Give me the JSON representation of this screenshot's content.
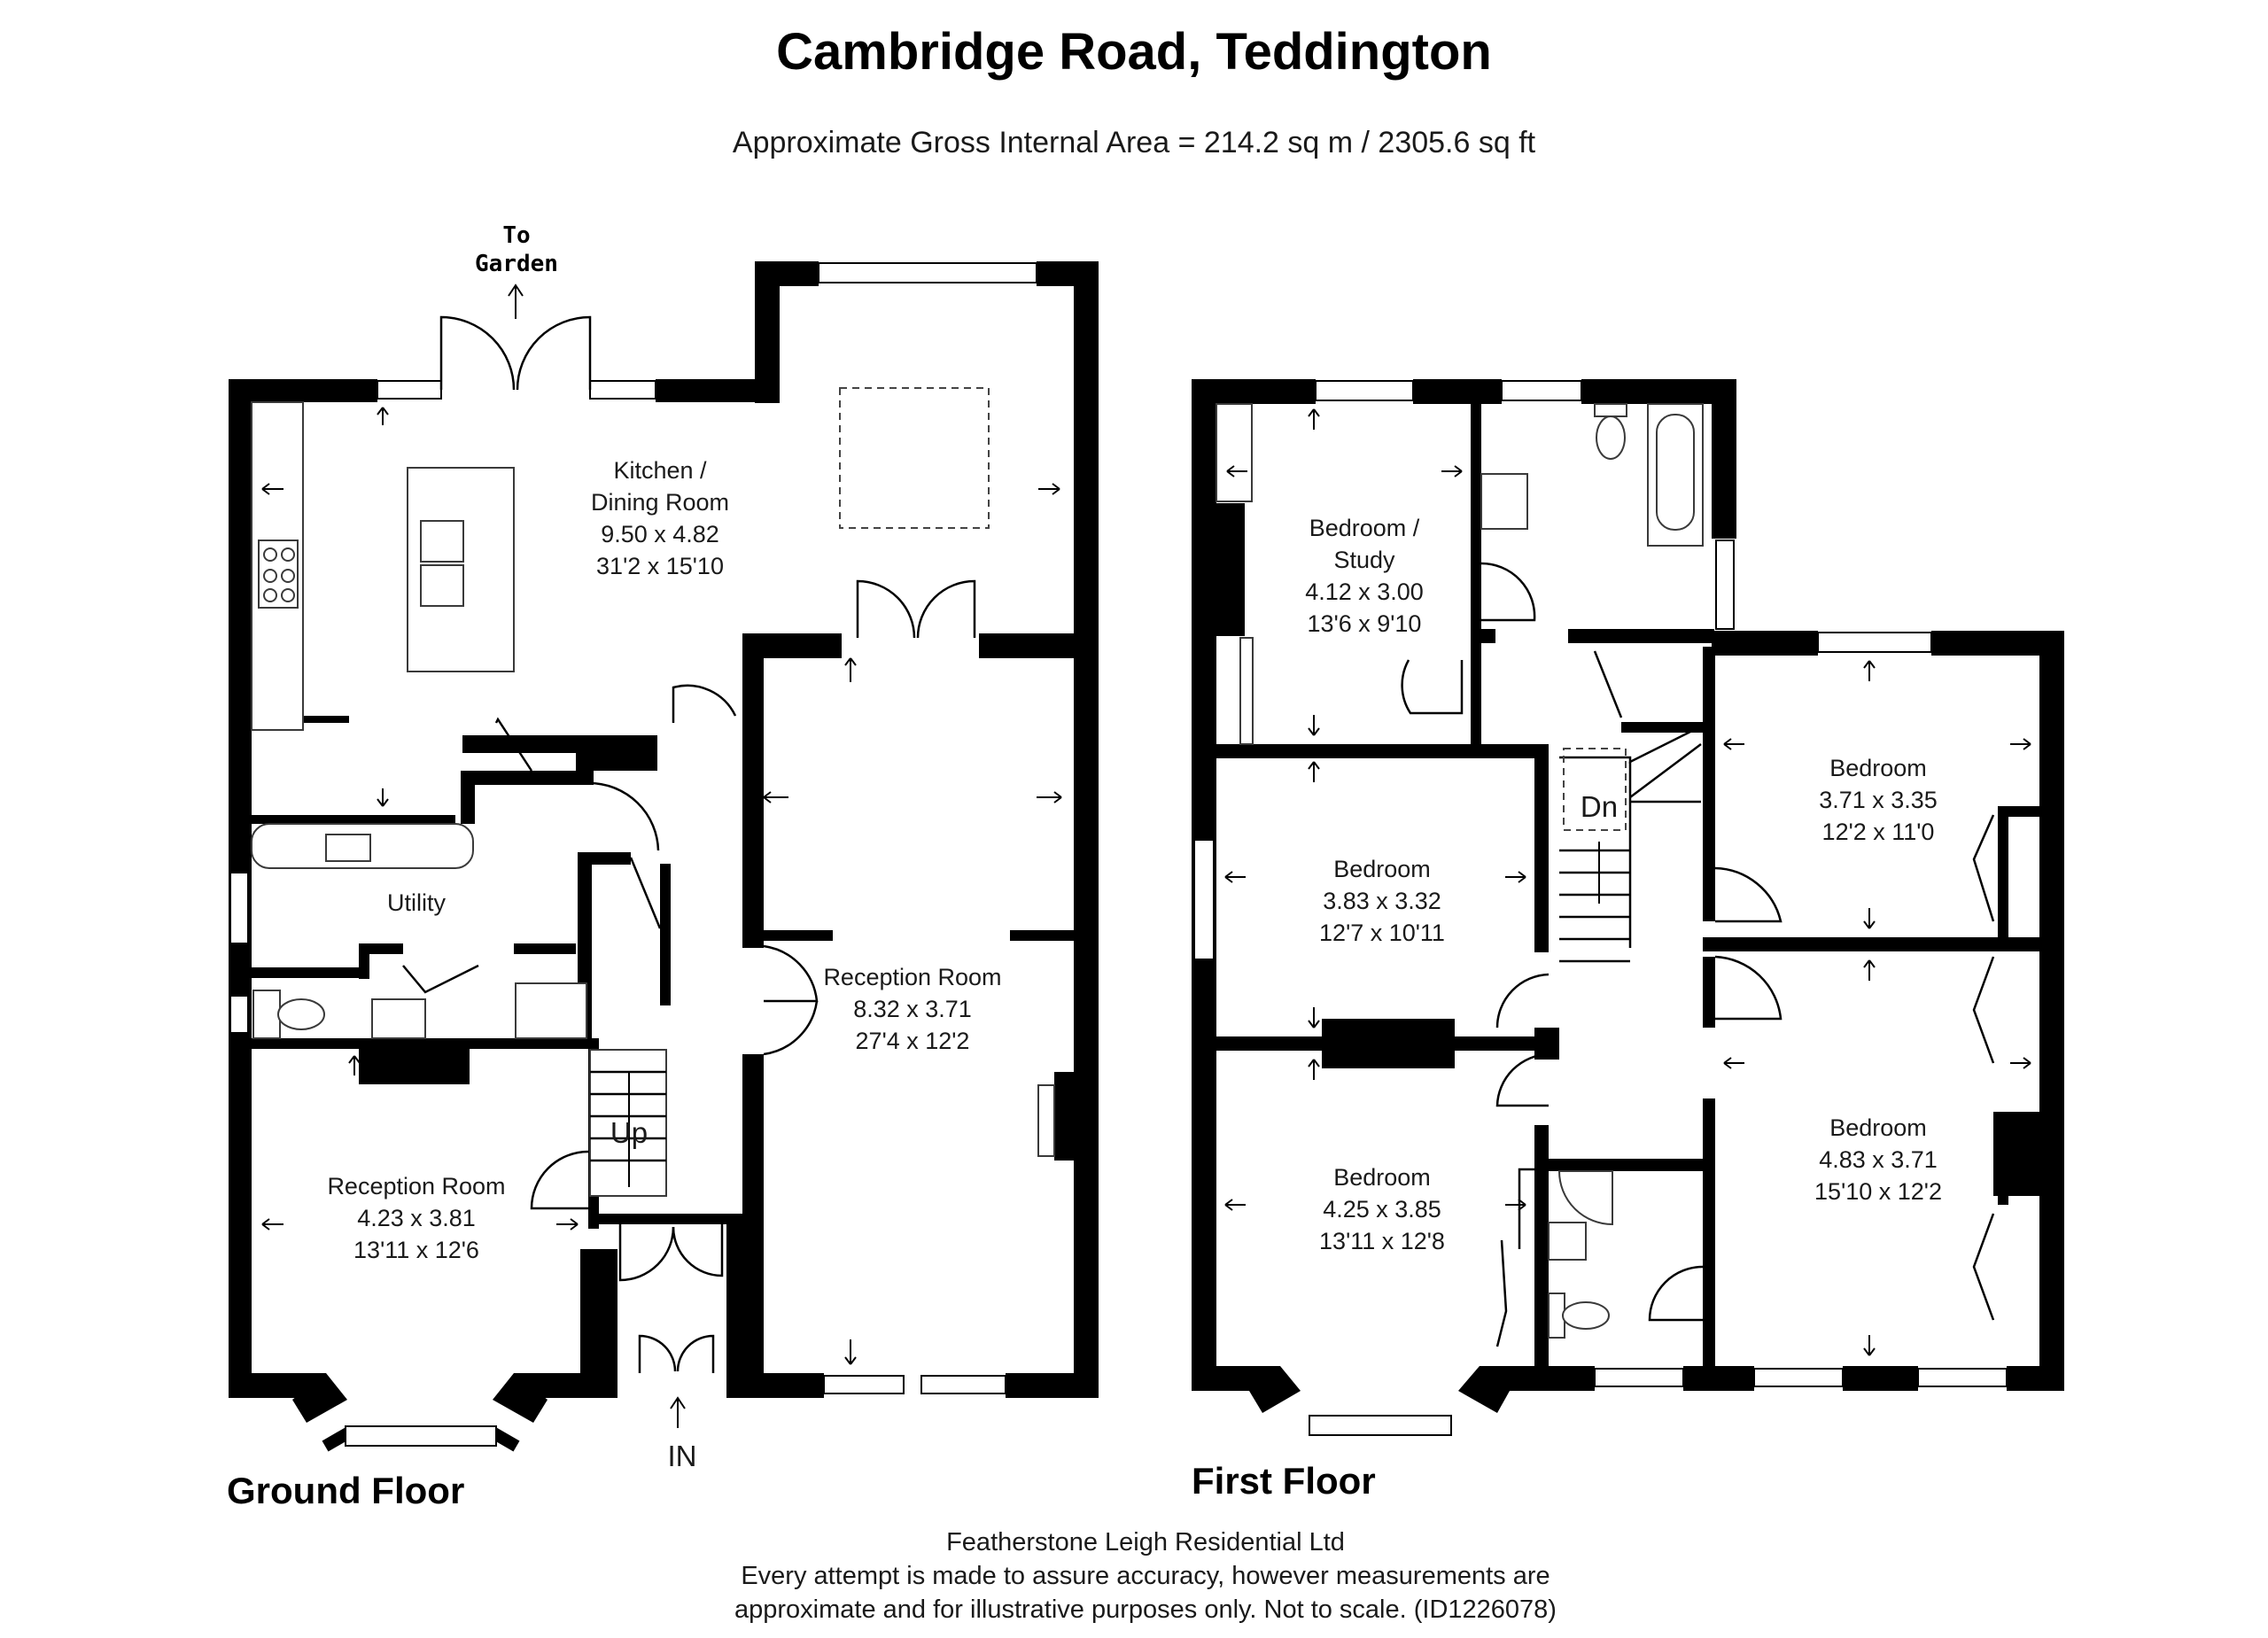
{
  "header": {
    "title": "Cambridge Road, Teddington",
    "area": "Approximate Gross Internal Area = 214.2 sq m / 2305.6 sq ft"
  },
  "labels": {
    "to_garden_1": "To",
    "to_garden_2": "Garden",
    "up": "Up",
    "down": "Dn",
    "entrance": "IN"
  },
  "ground_floor": {
    "name": "Ground Floor",
    "kitchen": {
      "l1": "Kitchen /",
      "l2": "Dining Room",
      "m": "9.50 x 4.82",
      "i": "31'2 x 15'10"
    },
    "utility": {
      "l1": "Utility"
    },
    "reception_front": {
      "l1": "Reception Room",
      "m": "4.23 x 3.81",
      "i": "13'11 x 12'6"
    },
    "reception_main": {
      "l1": "Reception Room",
      "m": "8.32 x 3.71",
      "i": "27'4 x 12'2"
    }
  },
  "first_floor": {
    "name": "First Floor",
    "study": {
      "l1": "Bedroom /",
      "l2": "Study",
      "m": "4.12 x 3.00",
      "i": "13'6 x 9'10"
    },
    "bedroom_mid": {
      "l1": "Bedroom",
      "m": "3.83 x 3.32",
      "i": "12'7 x 10'11"
    },
    "bedroom_front": {
      "l1": "Bedroom",
      "m": "4.25 x 3.85",
      "i": "13'11 x 12'8"
    },
    "bedroom_right_top": {
      "l1": "Bedroom",
      "m": "3.71 x 3.35",
      "i": "12'2 x 11'0"
    },
    "bedroom_right_bottom": {
      "l1": "Bedroom",
      "m": "4.83 x 3.71",
      "i": "15'10 x 12'2"
    }
  },
  "footer": {
    "line1": "Featherstone Leigh Residential Ltd",
    "line2": "Every attempt is made to assure accuracy, however measurements are",
    "line3": "approximate and for illustrative purposes only. Not to scale. (ID1226078)"
  }
}
